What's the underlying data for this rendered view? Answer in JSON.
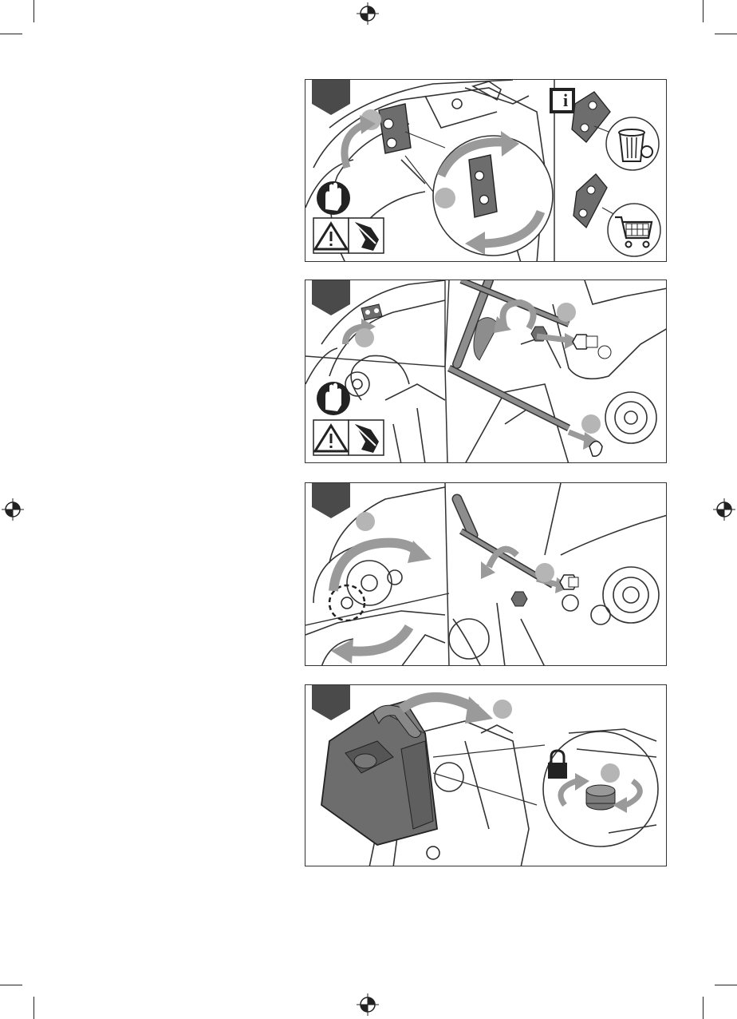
{
  "page": {
    "background": "#ffffff",
    "line_color": "#333333",
    "arrow_color": "#9a9a9a",
    "part_color": "#6d6d6d",
    "tab_color": "#4a4a4a"
  },
  "icons": {
    "registration": "registration-mark-icon",
    "info": "info-icon",
    "gloves": "protective-gloves-icon",
    "warning": "warning-triangle-icon",
    "cut_hazard": "cut-hazard-hand-icon",
    "trash": "trash-bin-icon",
    "cart": "shopping-cart-icon",
    "lock": "padlock-icon"
  },
  "panels": [
    {
      "id": "step-1",
      "callouts": 2,
      "has_info_box": true
    },
    {
      "id": "step-2",
      "callouts": 3
    },
    {
      "id": "step-3",
      "callouts": 2
    },
    {
      "id": "step-4",
      "callouts": 2
    }
  ],
  "info_box": {
    "symbol": "i"
  }
}
